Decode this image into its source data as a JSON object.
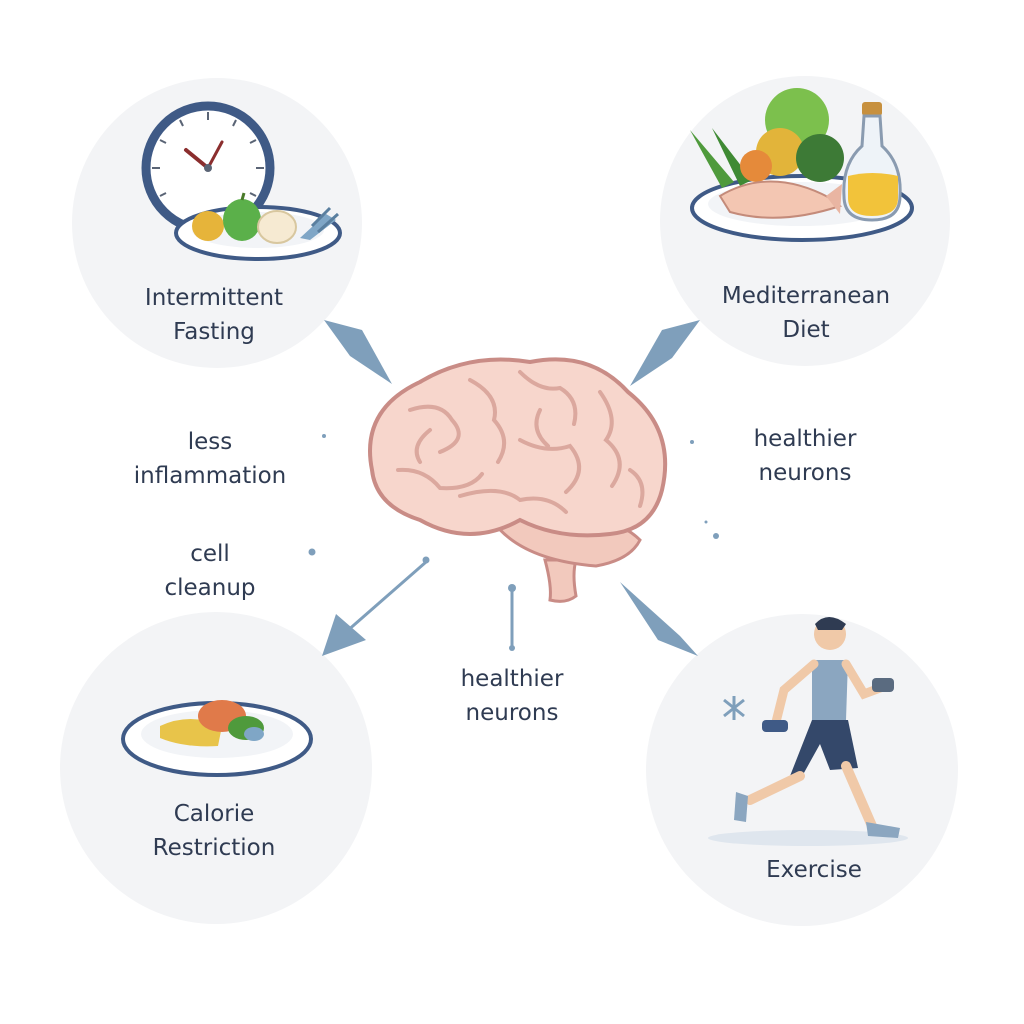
{
  "nodes": {
    "intermittent_fasting": {
      "line1": "Intermittent",
      "line2": "Fasting"
    },
    "mediterranean_diet": {
      "line1": "Mediterranean",
      "line2": "Diet"
    },
    "calorie_restriction": {
      "line1": "Calorie",
      "line2": "Restriction"
    },
    "exercise": {
      "line1": "Exercise"
    }
  },
  "benefits": {
    "less_inflammation": {
      "line1": "less",
      "line2": "inflammation"
    },
    "cell_cleanup": {
      "line1": "cell",
      "line2": "cleanup"
    },
    "healthier_neurons_right": {
      "line1": "healthier",
      "line2": "neurons"
    },
    "healthier_neurons_bottom": {
      "line1": "healthier",
      "line2": "neurons"
    }
  },
  "colors": {
    "arrow": "#7f9fbb",
    "circle": "#f3f4f6",
    "brain": "#f7d6cc",
    "brain_outline": "#c98c86",
    "text": "#2f3b52"
  }
}
